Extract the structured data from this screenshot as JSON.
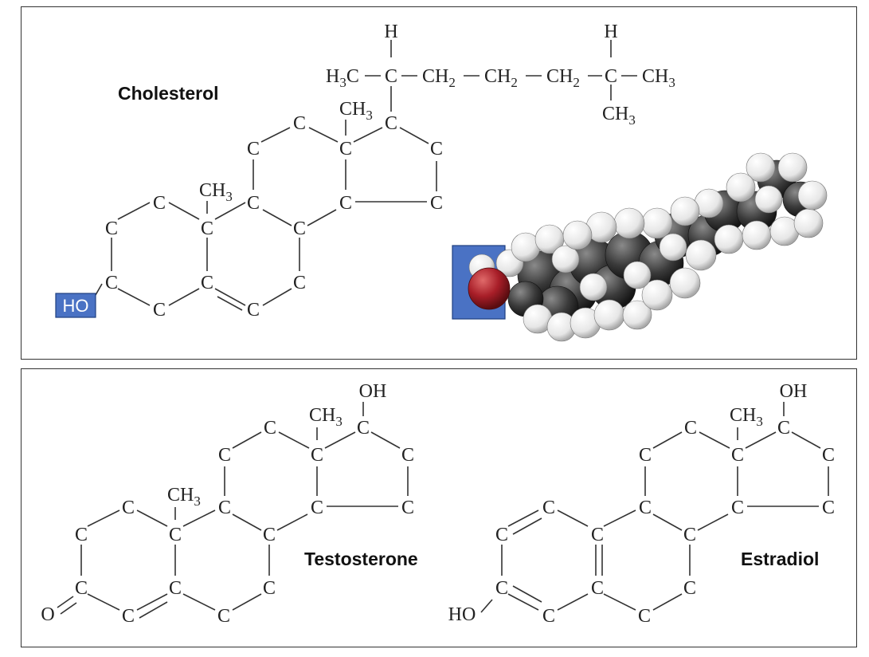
{
  "titles": {
    "cholesterol": "Cholesterol",
    "testosterone": "Testosterone",
    "estradiol": "Estradiol"
  },
  "atoms": {
    "c": "C",
    "h": "H",
    "o": "O",
    "ho": "HO",
    "oh": "OH",
    "ch3": "CH",
    "ch2": "CH",
    "h3c": "H",
    "h3c_c": "C",
    "sub2": "2",
    "sub3": "3"
  },
  "colors": {
    "highlight_box": "#4a72c4",
    "oxygen": "#a81e28",
    "carbon": "#2e2e2e",
    "hydrogen": "#f2f2f2",
    "border": "#333333"
  }
}
